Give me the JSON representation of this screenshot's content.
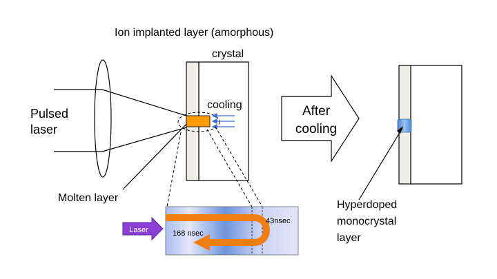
{
  "labels": {
    "ion_layer": "Ion implanted layer (amorphous)",
    "crystal": "crystal",
    "cooling": "cooling",
    "pulsed_line1": "Pulsed",
    "pulsed_line2": "laser",
    "molten": "Molten layer",
    "after_line1": "After",
    "after_line2": "cooling",
    "hyper_line1": "Hyperdoped",
    "hyper_line2": "monocrystal",
    "hyper_line3": "layer",
    "laser_arrow": "Laser",
    "time_168": "168 nsec",
    "time_43": "43nsec"
  },
  "colors": {
    "layer_fill": "#eeeee4",
    "molten_fill": "#ff9a00",
    "loop_arrow": "#f07e12",
    "laser_arrow": "#8b3fd6",
    "cooling_arrows": "#3f6bd8",
    "hyperdoped_fill": "#5b9bd5",
    "inset_blue": "#6f93dc",
    "inset_pale": "#e8e8fb"
  }
}
